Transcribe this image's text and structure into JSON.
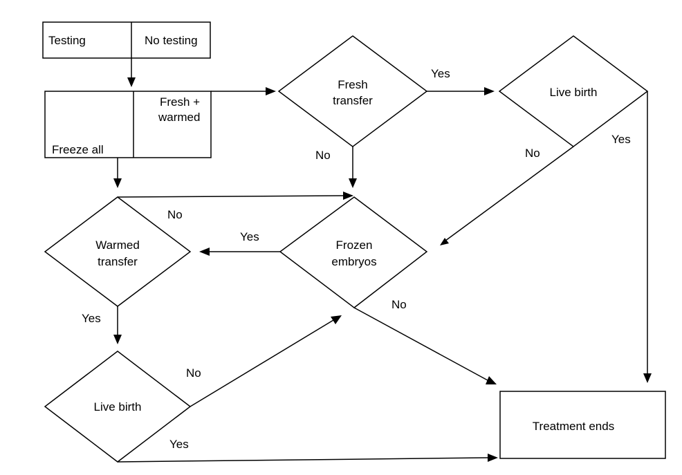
{
  "nodes": {
    "testing_box": {
      "left_label": "Testing",
      "right_label": "No testing"
    },
    "freeze_box": {
      "left_label": "Freeze all",
      "right_label_line1": "Fresh +",
      "right_label_line2": "warmed"
    },
    "fresh_transfer": {
      "line1": "Fresh",
      "line2": "transfer"
    },
    "live_birth_top": {
      "label": "Live birth"
    },
    "frozen_embryos": {
      "line1": "Frozen",
      "line2": "embryos"
    },
    "warmed_transfer": {
      "line1": "Warmed",
      "line2": "transfer"
    },
    "live_birth_bottom": {
      "label": "Live birth"
    },
    "treatment_ends": {
      "label": "Treatment ends"
    }
  },
  "edges": {
    "fresh_yes": "Yes",
    "fresh_no": "No",
    "live_top_no": "No",
    "live_top_yes": "Yes",
    "freeze_to_frozen_no": "No",
    "frozen_yes": "Yes",
    "frozen_no": "No",
    "warmed_yes": "Yes",
    "live_bottom_no": "No",
    "live_bottom_yes": "Yes"
  }
}
